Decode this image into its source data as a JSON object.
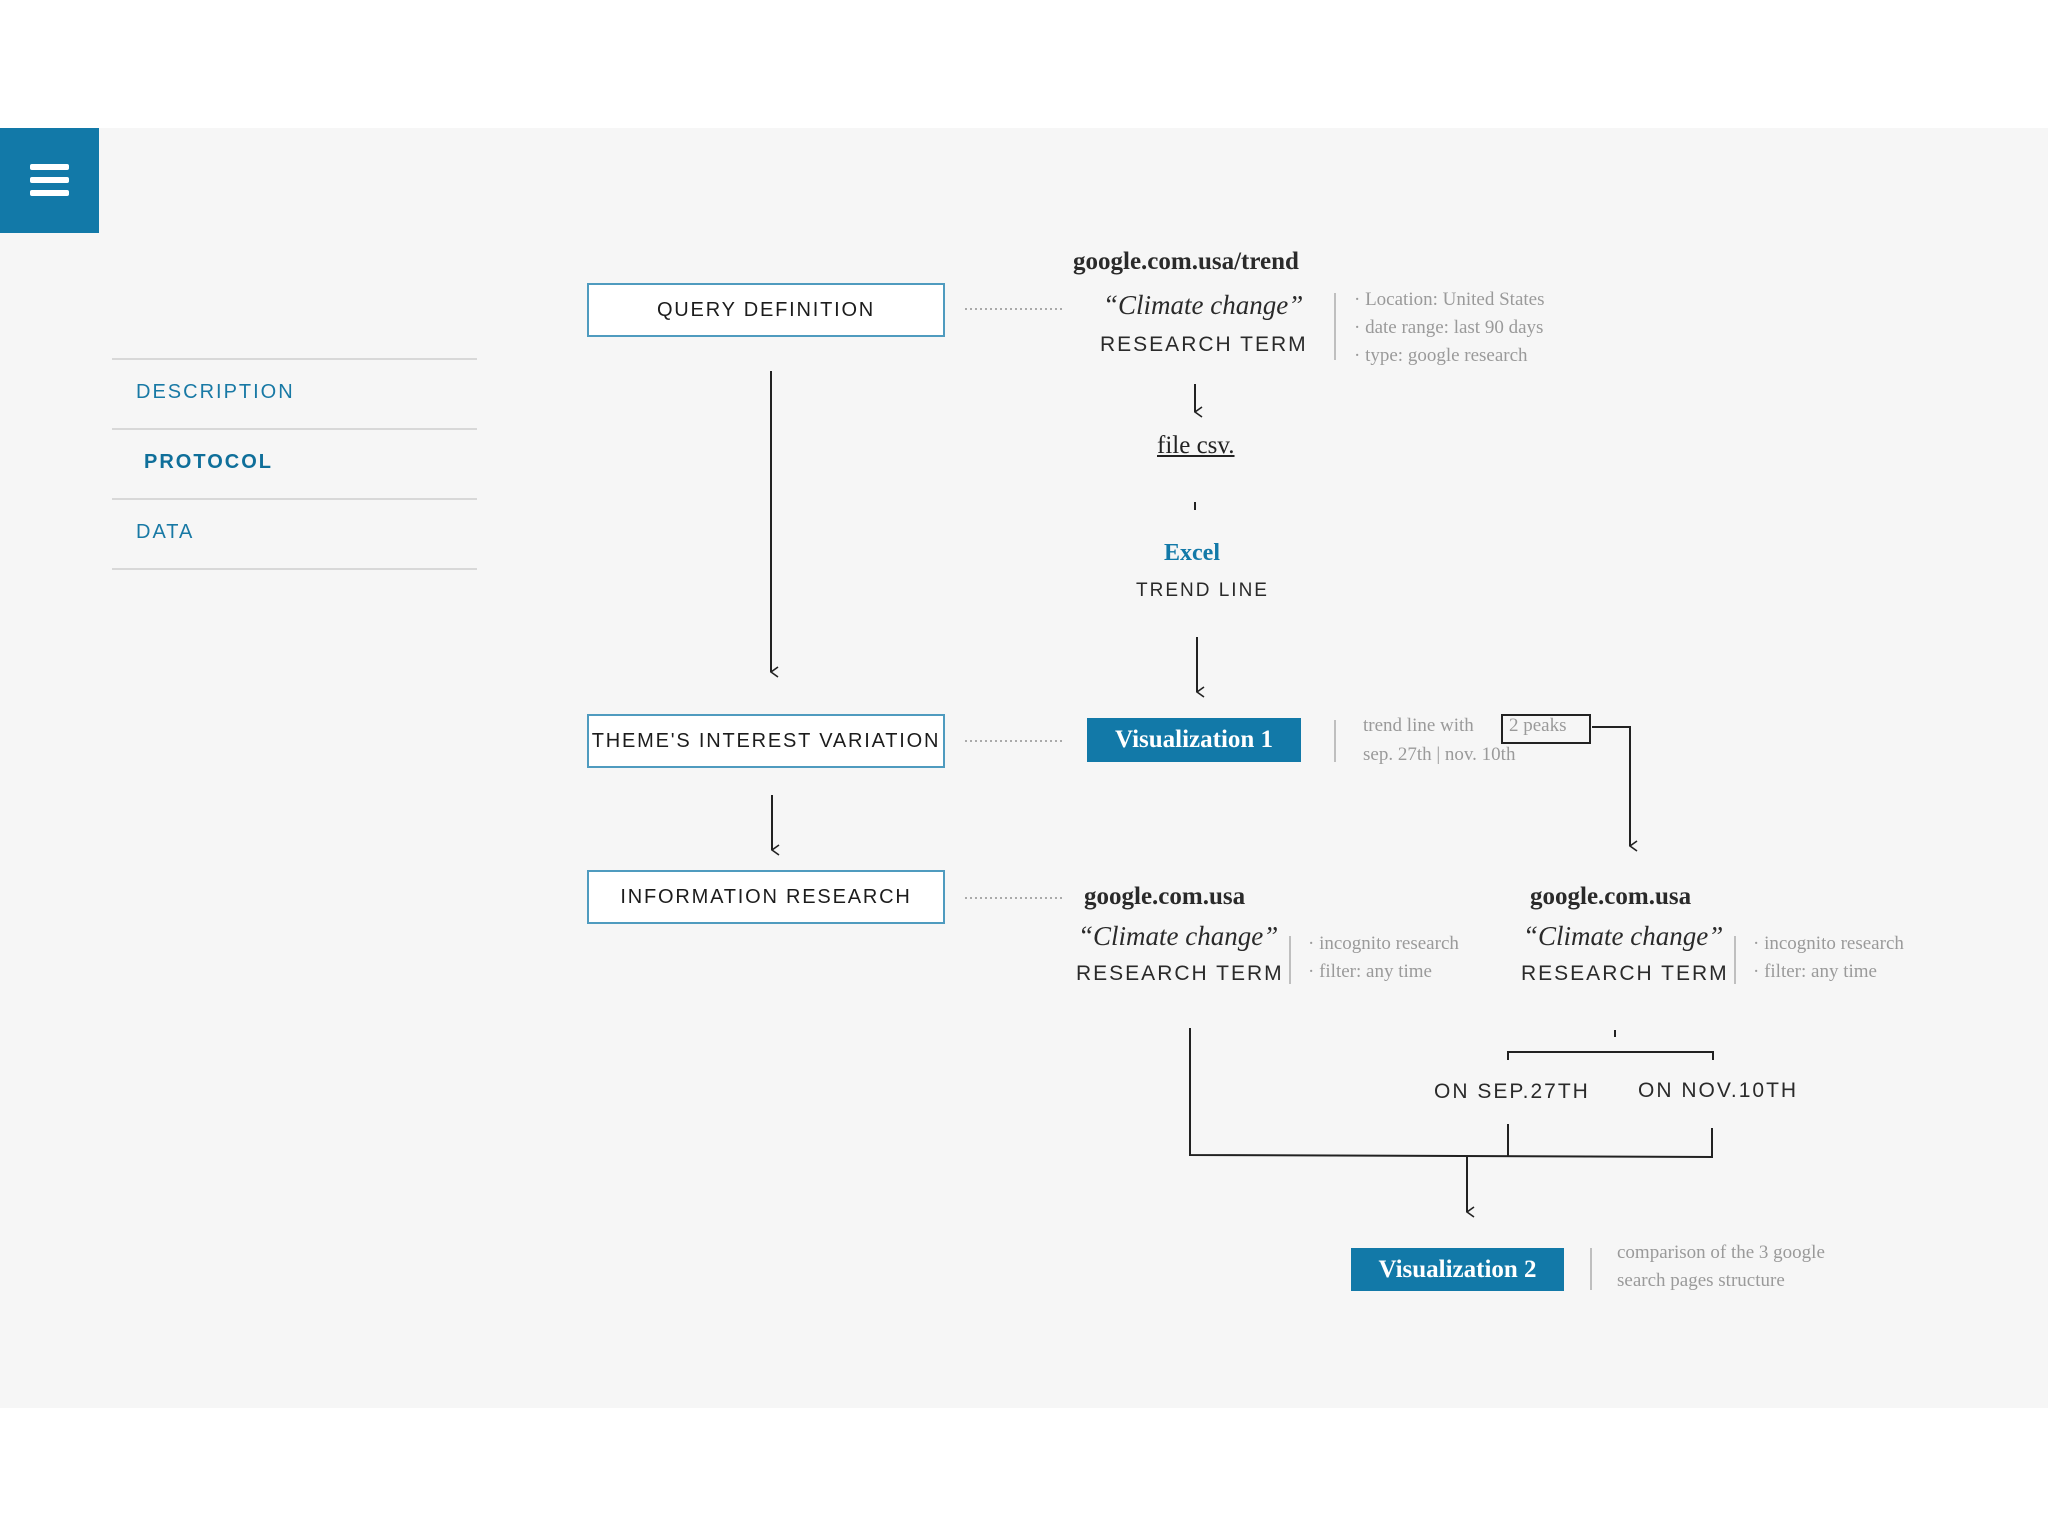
{
  "nav": {
    "items": [
      {
        "label": "DESCRIPTION"
      },
      {
        "label": "PROTOCOL"
      },
      {
        "label": "DATA"
      }
    ]
  },
  "flow": {
    "query_definition": "QUERY DEFINITION",
    "themes_interest": "THEME'S INTEREST VARIATION",
    "information_research": "INFORMATION RESEARCH"
  },
  "step1": {
    "site": "google.com.usa/trend",
    "quote": "“Climate change”",
    "term": "RESEARCH TERM",
    "notes": [
      "· Location:  United States",
      "· date range: last 90 days",
      "· type: google research"
    ],
    "file": "file csv.",
    "excel": "Excel",
    "trend_line": "TREND LINE"
  },
  "vis1": {
    "label": "Visualization 1",
    "note_prefix": "trend line with",
    "note_peaks": "2 peaks",
    "note_dates": "sep. 27th  | nov. 10th"
  },
  "left_search": {
    "site": "google.com.usa",
    "quote": "“Climate change”",
    "term": "RESEARCH TERM",
    "notes": [
      "· incognito research",
      "· filter: any time"
    ]
  },
  "right_search": {
    "site": "google.com.usa",
    "quote": "“Climate change”",
    "term": "RESEARCH TERM",
    "notes": [
      "· incognito research",
      "· filter: any time"
    ]
  },
  "dates": {
    "sep": "ON SEP.27TH",
    "nov": "ON NOV.10TH"
  },
  "vis2": {
    "label": "Visualization 2",
    "notes": [
      "comparison of the 3 google",
      "search pages structure"
    ]
  },
  "colors": {
    "accent": "#1279a8",
    "box_border": "#4f9bbf",
    "panel": "#f6f6f6"
  },
  "icons": {
    "menu": "hamburger-menu-icon"
  }
}
